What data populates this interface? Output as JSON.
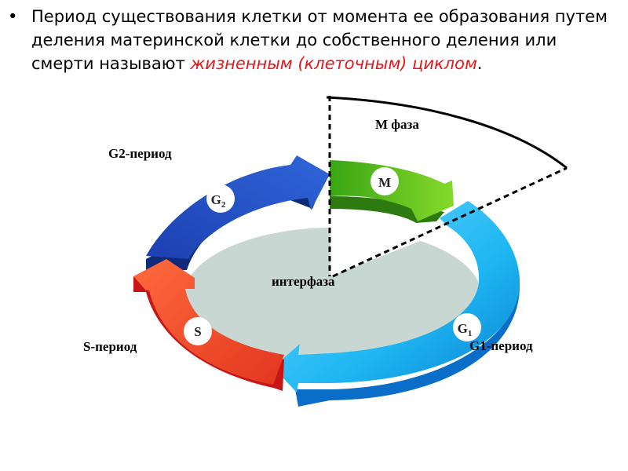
{
  "slide": {
    "bullet": "•",
    "text_before": "Период существования клетки от момента ее образования путем деления материнской клетки до собственного деления или смерти называют ",
    "text_highlight": "жизненным (клеточным) циклом",
    "text_after": "."
  },
  "diagram": {
    "labels": {
      "m_phase": "М фаза",
      "g2_period": "G2-период",
      "s_period": "S-период",
      "g1_period": "G1-период",
      "interphase": "интерфаза"
    },
    "badges": {
      "m": "M",
      "g2": "G",
      "g2_sub": "2",
      "s": "S",
      "g1": "G",
      "g1_sub": "1"
    },
    "colors": {
      "m_phase": "#5cc21d",
      "g1_phase": "#1eb6f2",
      "s_phase": "#f0532d",
      "g2_phase": "#2350c8",
      "interphase_fill": "#c9d7d2",
      "highlight_text": "#e8161b"
    }
  }
}
